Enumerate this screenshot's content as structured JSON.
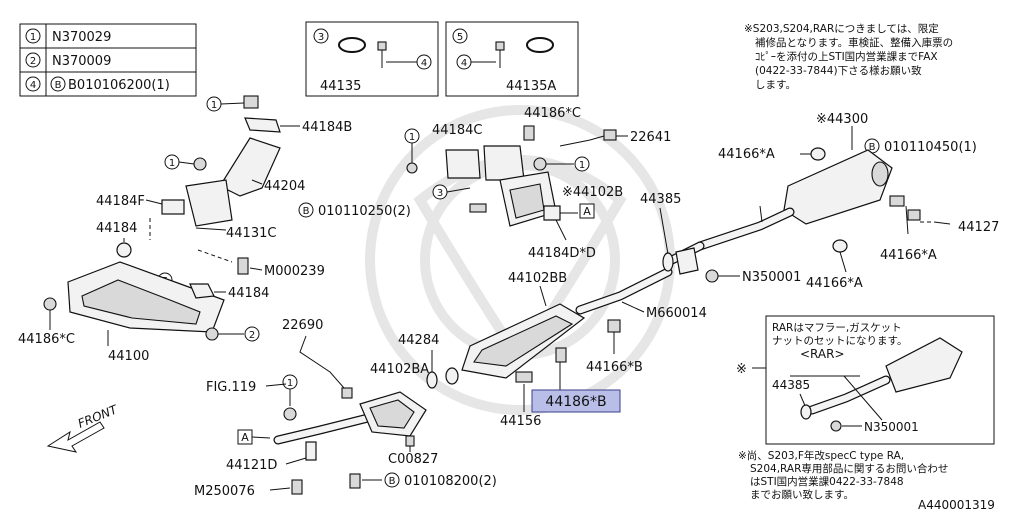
{
  "legend": {
    "rows": [
      {
        "ref": "1",
        "text": "N370029"
      },
      {
        "ref": "2",
        "text": "N370009"
      },
      {
        "ref": "4",
        "text": "B010106200(1)"
      }
    ]
  },
  "inset_left": {
    "ref_a": "3",
    "ref_b": "4",
    "part": "44135"
  },
  "inset_right": {
    "ref_a": "5",
    "ref_b": "4",
    "part": "44135A"
  },
  "note_top": {
    "lines": [
      "※S203,S204,RARにつきましては、限定",
      "補修品となります。車検証、整備入庫票の",
      "ｺﾋﾟｰを添付の上STI国内営業課までFAX",
      "(0422-33-7844)下さる様お願い致",
      "します。"
    ]
  },
  "note_bottom": {
    "lines": [
      "※尚、S203,F年改specC type RA,",
      "S204,RAR専用部品に関するお問い合わせ",
      "はSTI国内営業課0422-33-7848",
      "までお願い致します。"
    ]
  },
  "rar_box": {
    "title_line1": "RARはマフラー,ガスケット",
    "title_line2": "ナットのセットになります。",
    "tag": "<RAR>",
    "asterisk": "※",
    "p1": "44385",
    "p2": "N350001"
  },
  "labels": {
    "p44184B": "44184B",
    "p44204": "44204",
    "p44184F": "44184F",
    "p44184": "44184",
    "p44131C": "44131C",
    "pM000239": "M000239",
    "p44184b": "44184",
    "p44186C_left": "44186*C",
    "p44100": "44100",
    "p44184C": "44184C",
    "p44186C_top": "44186*C",
    "p22641": "22641",
    "p44102B": "※44102B",
    "pB010110250": "010110250(2)",
    "p44184DD": "44184D*D",
    "p44102BB": "44102BB",
    "p44284": "44284",
    "pM660014": "M660014",
    "p44166B": "44166*B",
    "p22690": "22690",
    "pFIG119": "FIG.119",
    "p44102BA": "44102BA",
    "p44186B": "44186*B",
    "p44156": "44156",
    "p44121D": "44121D",
    "pC00827": "C00827",
    "pM250076": "M250076",
    "pB010108200": "010108200(2)",
    "p44300": "※44300",
    "p44166A_top": "44166*A",
    "pB010110450": "010110450(1)",
    "p44127": "44127",
    "p44166A_right": "44166*A",
    "p44385": "44385",
    "pN350001": "N350001",
    "p44166A_bottom": "44166*A",
    "front": "FRONT",
    "ref_a": "A",
    "ref_b": "B",
    "c1": "1",
    "c2": "2",
    "c3": "3",
    "c5": "5",
    "diagram_id": "A440001319"
  }
}
